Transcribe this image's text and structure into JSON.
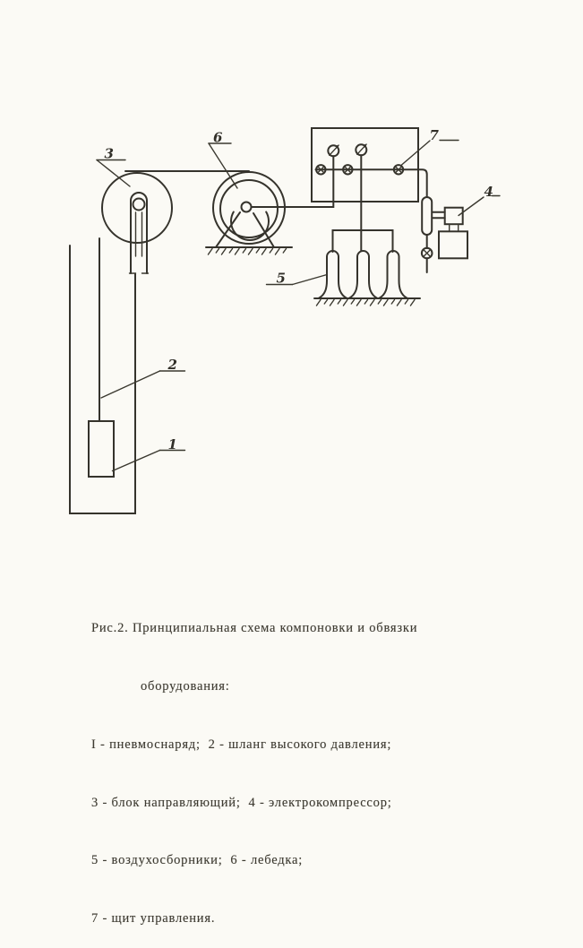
{
  "colors": {
    "paper": "#fbfaf5",
    "ink": "#35332c"
  },
  "figure_caption": {
    "line1": "Рис.2. Принципиальная схема компоновки и обвязки",
    "line2": "оборудования:",
    "line3": "I - пневмоснаряд;  2 - шланг высокого давления;",
    "line4": "3 - блок направляющий;  4 - электрокомпрессор;",
    "line5": "5 - воздухосборники;  6 - лебедка;",
    "line6": "7 - щит управления."
  },
  "diagram_labels": {
    "l1": "1",
    "l2": "2",
    "l3": "3",
    "l4": "4",
    "l5": "5",
    "l6": "6",
    "l7": "7"
  },
  "legend": [
    {
      "num": "I",
      "name": "пневмоснаряд"
    },
    {
      "num": "2",
      "name": "шланг высокого давления"
    },
    {
      "num": "3",
      "name": "блок направляющий"
    },
    {
      "num": "4",
      "name": "электрокомпрессор"
    },
    {
      "num": "5",
      "name": "воздухосборники"
    },
    {
      "num": "6",
      "name": "лебедка"
    },
    {
      "num": "7",
      "name": "щит управления"
    }
  ]
}
